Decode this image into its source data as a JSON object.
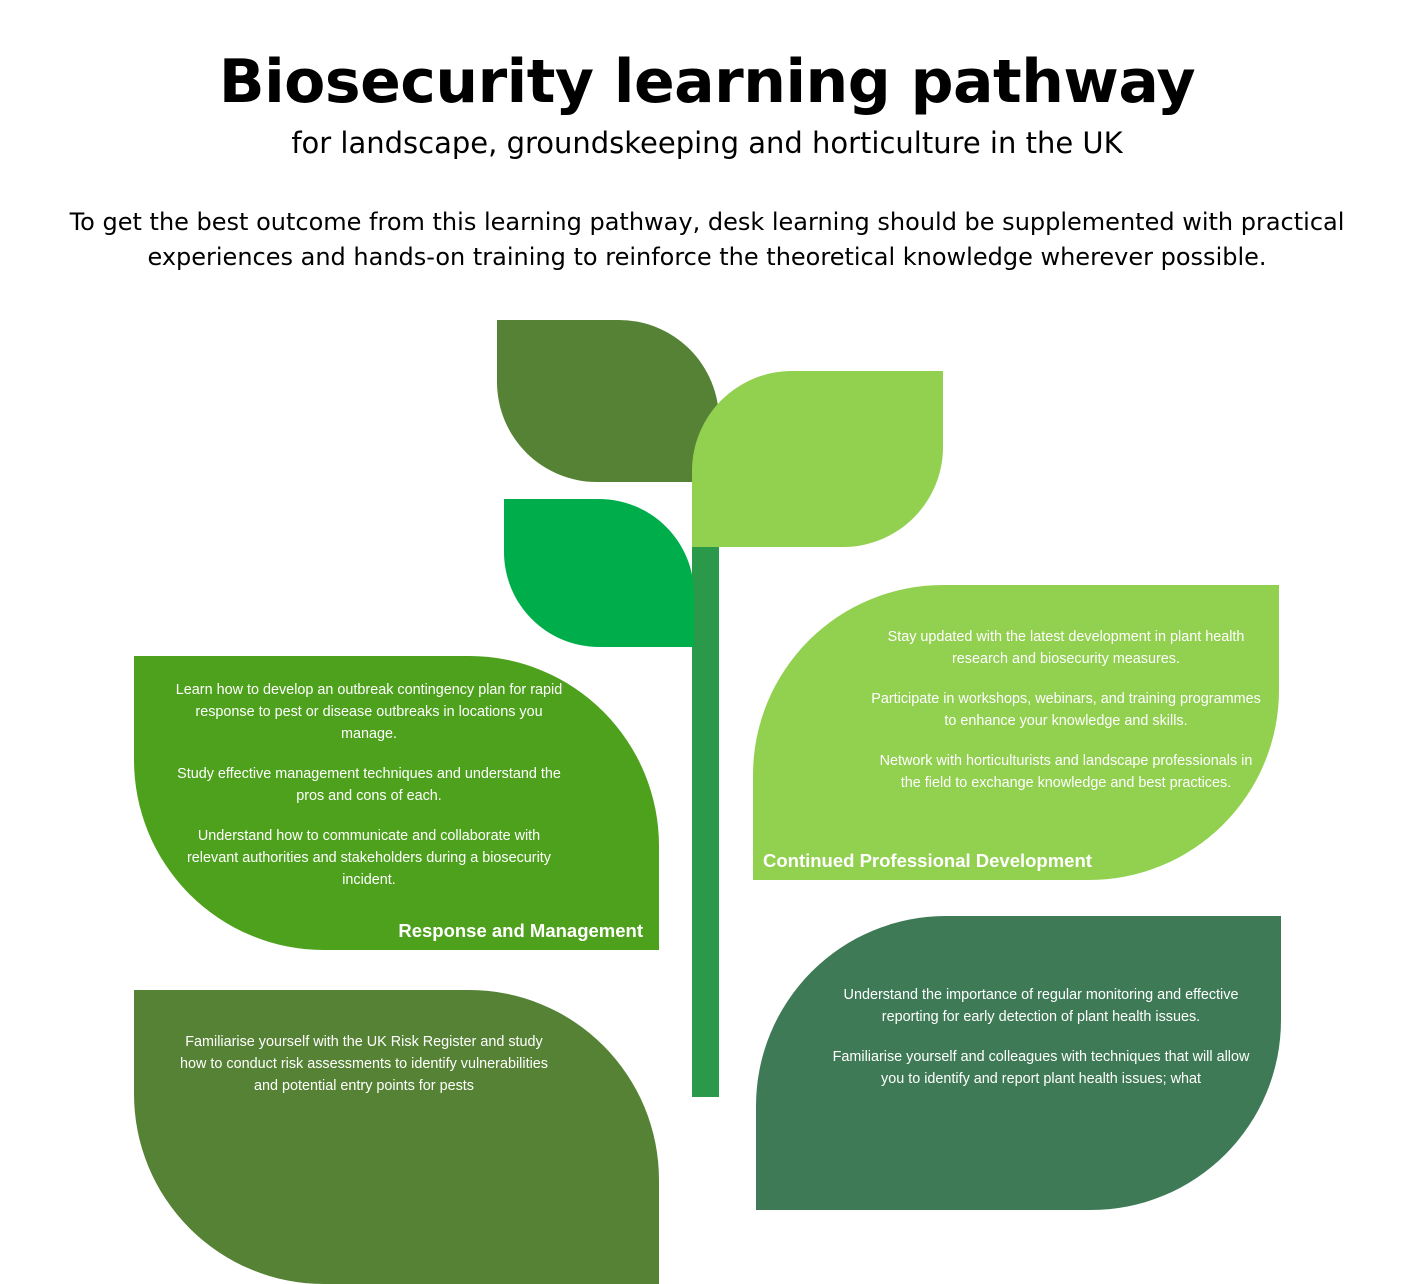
{
  "header": {
    "title": "Biosecurity learning pathway",
    "subtitle": "for landscape, groundskeeping and horticulture in the UK",
    "intro_line_1": "To get the best outcome from this learning pathway, desk learning should be supplemented with practical",
    "intro_line_2": "experiences and hands-on training to reinforce the theoretical knowledge wherever possible."
  },
  "colors": {
    "stem": "#2a9a4a",
    "leaf_dark": "#568235",
    "leaf_mid": "#00ad4b",
    "leaf_light": "#92d050",
    "response_panel": "#4ea11c",
    "cpd_panel": "#92d050",
    "prevention_panel": "#568235",
    "detection_panel": "#3e7a56"
  },
  "response": {
    "title": "Response and Management",
    "items": [
      "Learn how to develop an outbreak contingency plan for rapid response to pest or disease outbreaks in locations you manage.",
      "Study effective management techniques and understand the pros and cons of each.",
      "Understand how to communicate and collaborate with relevant authorities and stakeholders during a biosecurity incident."
    ]
  },
  "cpd": {
    "title": "Continued Professional Development",
    "items": [
      "Stay updated with the latest development in plant health research and biosecurity measures.",
      "Participate in workshops, webinars, and training programmes to enhance your knowledge and skills.",
      "Network with horticulturists and landscape professionals in the field to exchange knowledge and best practices."
    ]
  },
  "prevention": {
    "items": [
      "Familiarise yourself with the UK Risk Register and study how to conduct risk assessments to identify vulnerabilities and potential entry points for pests"
    ]
  },
  "detection": {
    "items": [
      "Understand the importance of regular monitoring and effective reporting for early detection of plant health issues.",
      "Familiarise yourself and colleagues with techniques that will allow you to identify and report plant health issues; what"
    ]
  }
}
